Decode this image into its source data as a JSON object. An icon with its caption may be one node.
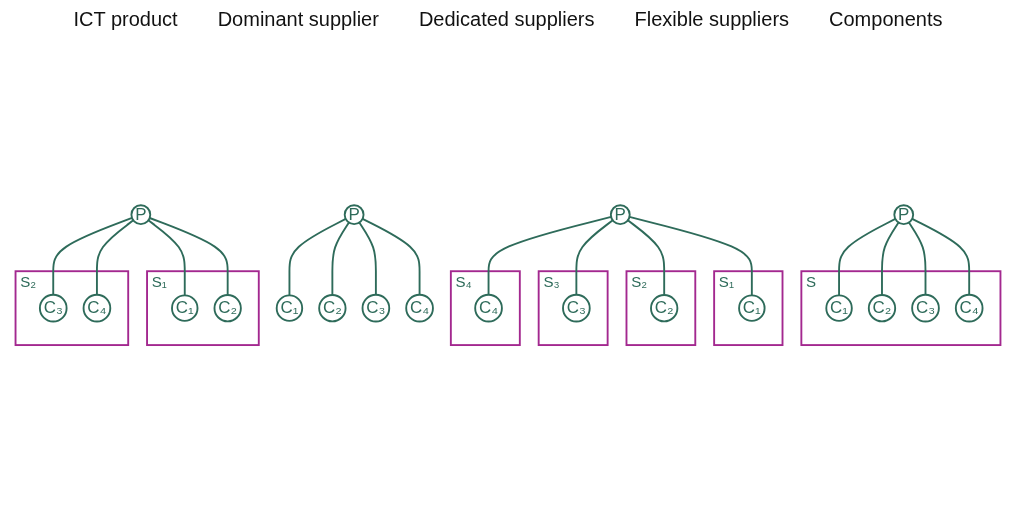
{
  "diagram": {
    "nodes": [
      {
        "text": [
          "P"
        ]
      },
      {
        "text": [
          "C₁"
        ]
      },
      {
        "text": [
          "C₂"
        ]
      },
      {
        "text": [
          "C₃"
        ]
      },
      {
        "text": [
          "C₄"
        ]
      },
      {
        "text": [
          "P"
        ]
      },
      {
        "text": [
          "S"
        ]
      },
      {
        "text": [
          "C₁"
        ],
        "in": 6
      },
      {
        "text": [
          "C₂"
        ],
        "in": 6
      },
      {
        "text": [
          "C₃"
        ],
        "in": 6
      },
      {
        "text": [
          "C₄"
        ],
        "in": 6
      },
      {
        "text": [
          "P"
        ]
      },
      {
        "text": [
          "S₁"
        ]
      },
      {
        "text": [
          "C₁"
        ],
        "in": 12
      },
      {
        "text": [
          "S₂"
        ]
      },
      {
        "text": [
          "C₂"
        ],
        "in": 14
      },
      {
        "text": [
          "S₃"
        ]
      },
      {
        "text": [
          "C₃"
        ],
        "in": 16
      },
      {
        "text": [
          "S₄"
        ]
      },
      {
        "text": [
          "C₄"
        ],
        "in": 18
      },
      {
        "text": [
          "P"
        ]
      },
      {
        "text": [
          "S₁"
        ]
      },
      {
        "text": [
          "C₁"
        ],
        "in": 21
      },
      {
        "text": [
          "C₂"
        ],
        "in": 21
      },
      {
        "text": [
          "S₂"
        ]
      },
      {
        "text": [
          "C₃"
        ],
        "in": 24
      },
      {
        "text": [
          "C₄"
        ],
        "in": 24
      }
    ],
    "edges": [
      {
        "from": 0,
        "to": 1,
        "arrow": "none"
      },
      {
        "from": 0,
        "to": 2,
        "arrow": "none"
      },
      {
        "from": 0,
        "to": 3,
        "arrow": "none"
      },
      {
        "from": 0,
        "to": 4,
        "arrow": "none"
      },
      {
        "from": 5,
        "to": 7,
        "arrow": "none"
      },
      {
        "from": 5,
        "to": 8,
        "arrow": "none"
      },
      {
        "from": 5,
        "to": 9,
        "arrow": "none"
      },
      {
        "from": 5,
        "to": 10,
        "arrow": "none"
      },
      {
        "from": 11,
        "to": 13,
        "arrow": "none"
      },
      {
        "from": 11,
        "to": 15,
        "arrow": "none"
      },
      {
        "from": 11,
        "to": 17,
        "arrow": "none"
      },
      {
        "from": 11,
        "to": 19,
        "arrow": "none"
      },
      {
        "from": 20,
        "to": 22,
        "arrow": "none"
      },
      {
        "from": 20,
        "to": 23,
        "arrow": "none"
      },
      {
        "from": 20,
        "to": 25,
        "arrow": "none"
      },
      {
        "from": 20,
        "to": 26,
        "arrow": "none"
      }
    ],
    "labels": [
      "ICT product",
      "Dominant supplier",
      "Dedicated suppliers",
      "Flexible suppliers",
      "Components"
    ]
  }
}
